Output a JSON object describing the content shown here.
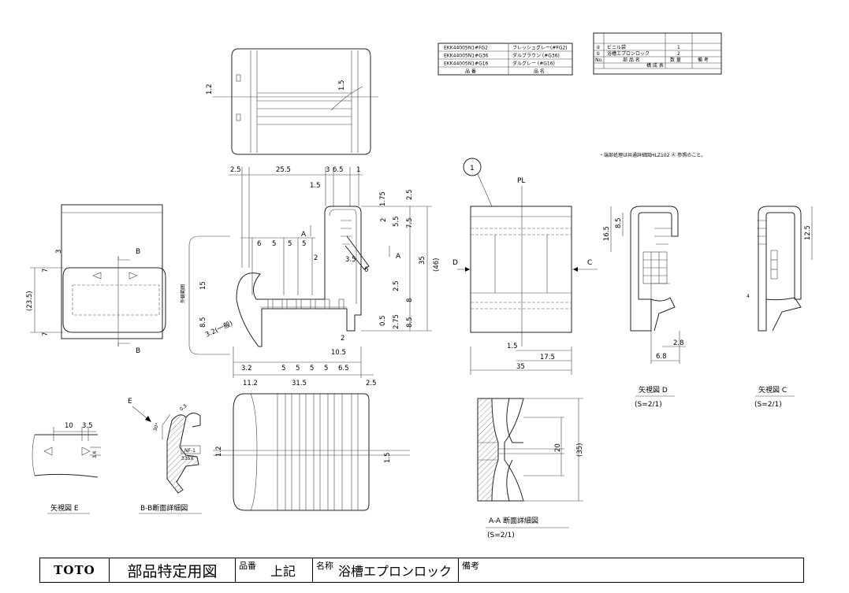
{
  "parts_table": {
    "rows": [
      {
        "part_no": "EKK44005N1#FG2",
        "name": "フレッシュグレー(#FG2)"
      },
      {
        "part_no": "EKK44005N1#G36",
        "name": "ダルブラウン (#G36)"
      },
      {
        "part_no": "EKK44005N1#G16",
        "name": "ダルグレー (#G16)"
      }
    ],
    "footer": {
      "part_no": "品 番",
      "name": "品 名"
    }
  },
  "component_table": {
    "rows": [
      {
        "no": "②",
        "name": "ビニル袋",
        "qty": "1",
        "note": ""
      },
      {
        "no": "①",
        "name": "浴槽エプロンロック",
        "qty": "2",
        "note": ""
      }
    ],
    "header": {
      "no": "No.",
      "name": "部 品 名",
      "qty": "数 量",
      "note": "備 考"
    },
    "footer": "構 成 表"
  },
  "note": "・端部処理は共通詳細図HLZ102 Ⓐ 参照のこと。",
  "view_labels": {
    "view_d": "矢視図 D",
    "view_c": "矢視図 C",
    "view_e": "矢視図 E",
    "section_bb": "B-B断面詳細図",
    "section_aa": "A-A 断面詳細図",
    "scale_d": "(S=2/1)",
    "scale_c": "(S=2/1)",
    "scale_aa": "(S=2/1)"
  },
  "markers": {
    "balloon": "1",
    "pl": "PL",
    "a_top": "A",
    "a_bottom": "A",
    "b_top": "B",
    "b_bottom": "B",
    "c": "C",
    "d": "D",
    "e": "E"
  },
  "dimensions": {
    "d_2_5_a": "2.5",
    "d_25_5": "25.5",
    "d_3": "3",
    "d_6_5_a": "6.5",
    "d_1": "1",
    "d_1_5_a": "1.5",
    "d_1_75": "1.75",
    "d_2_5_b": "2.5",
    "d_5_5": "5.5",
    "d_7_5": "7.5",
    "d_2_a": "2",
    "d_6_a": "6",
    "d_5_a": "5",
    "d_5_b": "5",
    "d_5_c": "5",
    "d_2_b": "2",
    "d_3_5_a": "3.5",
    "d_6_b": "6",
    "d_35_a": "35",
    "d_46": "(46)",
    "d_15_a": "15",
    "d_2_5_c": "2.5",
    "d_8": "8",
    "d_0_5": "0.5",
    "d_2_75": "2.75",
    "d_8_5_a": "8.5",
    "d_8_5_b": "8.5",
    "d_3_2_r": "3.2(一般)",
    "d_2_c": "2",
    "d_10_5": "10.5",
    "d_3_2": "3.2",
    "d_5_d": "5",
    "d_5_e": "5",
    "d_5_f": "5",
    "d_5_g": "5",
    "d_6_5_b": "6.5",
    "d_11_2": "11.2",
    "d_31_5": "31.5",
    "d_2_5_d": "2.5",
    "d_1_2_a": "1.2",
    "d_1_5_b": "1.5",
    "d_23_5": "(23.5)",
    "d_7_a": "7",
    "d_7_b": "7",
    "d_3_a": "3",
    "d_1_5_c": "1.5",
    "d_17_5": "17.5",
    "d_35_b": "35",
    "d_16_5": "16.5",
    "d_8_5_c": "8.5",
    "d_2_8": "2.8",
    "d_6_8": "6.8",
    "d_12_5": "12.5",
    "d_4": "4",
    "d_10": "10",
    "d_3_5_b": "3.5",
    "d_3_6": "3.6",
    "d_30": "30°",
    "d_0_3": "0.3",
    "d_1_2_b": "1.2",
    "d_1_5_d": "1.5",
    "d_20": "20",
    "d_35_c": "(35)",
    "d_rf": "外観範囲",
    "d_nf": "NF-1",
    "d_335x": "335X"
  },
  "title_block": {
    "brand": "TOTO",
    "doc_title": "部品特定用図",
    "part_no_label": "品番",
    "part_no_value": "上記",
    "name_label": "名称",
    "name_value": "浴槽エプロンロック",
    "remarks_label": "備考"
  }
}
